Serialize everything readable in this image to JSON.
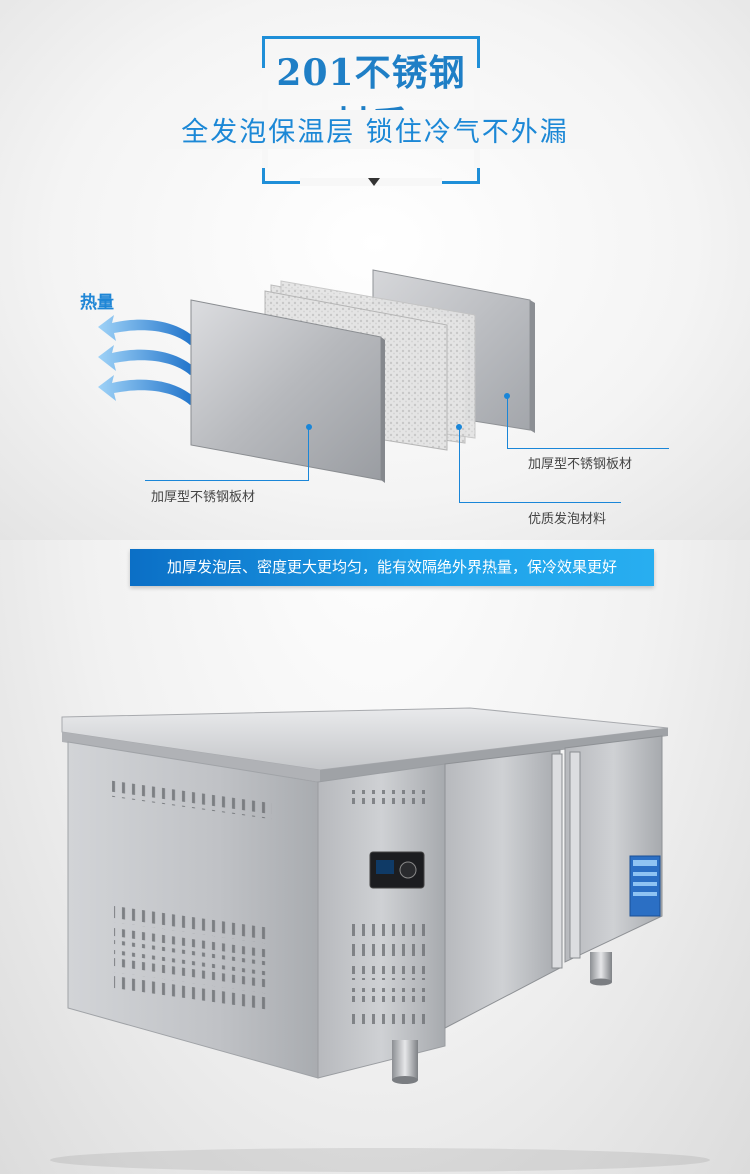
{
  "header": {
    "title": "201不锈钢材质",
    "subtitle": "全发泡保温层 锁住冷气不外漏"
  },
  "diagram": {
    "heat_label": "热量",
    "callouts": {
      "front_panel": "加厚型不锈钢板材",
      "back_panel": "加厚型不锈钢板材",
      "foam": "优质发泡材料"
    }
  },
  "banner": {
    "text": "加厚发泡层、密度更大更均匀，能有效隔绝外界热量，保冷效果更好"
  },
  "colors": {
    "accent": "#1f8fd8",
    "banner_start": "#0b6fc6",
    "banner_end": "#28aef0",
    "steel": "#b9bcc0"
  },
  "product": {
    "name_icon": "under-counter-refrigerator-image"
  }
}
